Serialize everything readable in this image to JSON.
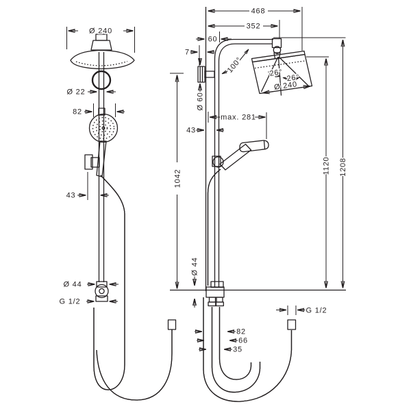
{
  "drawing": {
    "type": "shower-system-technical-drawing",
    "line_color": "#231f20",
    "background": "#ffffff",
    "front_view": {
      "head_diameter": "Ø 240",
      "pipe_diameter": "Ø 22",
      "hand_shower_width": "82",
      "holder_offset": "43",
      "coupling_diameter": "Ø 44",
      "thread": "G 1/2",
      "bar_length": "1042"
    },
    "side_view": {
      "reach_total": "468",
      "reach_arm": "352",
      "wall_to_pipe": "60",
      "plate_offset": "7",
      "arm_angle": "100°",
      "spray_angle_left": "26°",
      "spray_angle_right": "26°",
      "head_diameter": "Ø 240",
      "plate_diameter": "Ø 60",
      "max_projection": "max. 281",
      "wall_to_holder": "43",
      "coupling_size": "Ø 44",
      "height_to_head": "1120",
      "height_total": "1208",
      "hose_thread": "G 1/2",
      "hose_dim_a": "82",
      "hose_dim_b": "66",
      "hose_dim_c": "35"
    }
  }
}
